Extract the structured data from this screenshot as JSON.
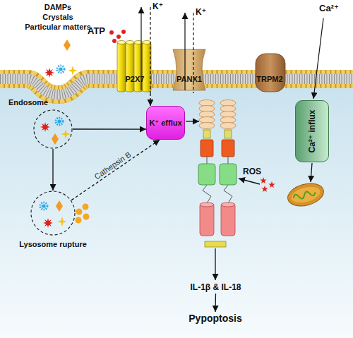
{
  "diagram": {
    "nodes": [
      {
        "text": [
          "P2X7"
        ]
      },
      {
        "text": [
          "PANX1"
        ]
      },
      {
        "text": [
          "TRPM2"
        ]
      },
      {
        "text": [
          "Endosome"
        ]
      },
      {
        "text": [
          "K⁺ efflux"
        ]
      },
      {
        "text": [
          "Ca²⁺ influx"
        ]
      },
      {
        "text": [
          "Lysosome rupture"
        ]
      },
      {
        "text": [
          "IL-1β & IL-18"
        ]
      },
      {
        "text": [
          "Pypoptosis"
        ]
      }
    ],
    "edges": [
      {
        "from": 3,
        "to": 4,
        "arrow": "to"
      },
      {
        "from": 3,
        "to": 6,
        "arrow": "to"
      },
      {
        "from": 6,
        "to": 4,
        "label": "Cathepsin B",
        "arrow": "to"
      },
      {
        "from": 0,
        "to": 4,
        "arrow": "to"
      },
      {
        "from": 7,
        "to": 8,
        "arrow": "to"
      }
    ],
    "labels": [
      "DAMPs",
      "Crystals",
      "Particular matters",
      "ATP",
      "K⁺",
      "K⁺",
      "Ca²⁺",
      "ROS"
    ]
  }
}
